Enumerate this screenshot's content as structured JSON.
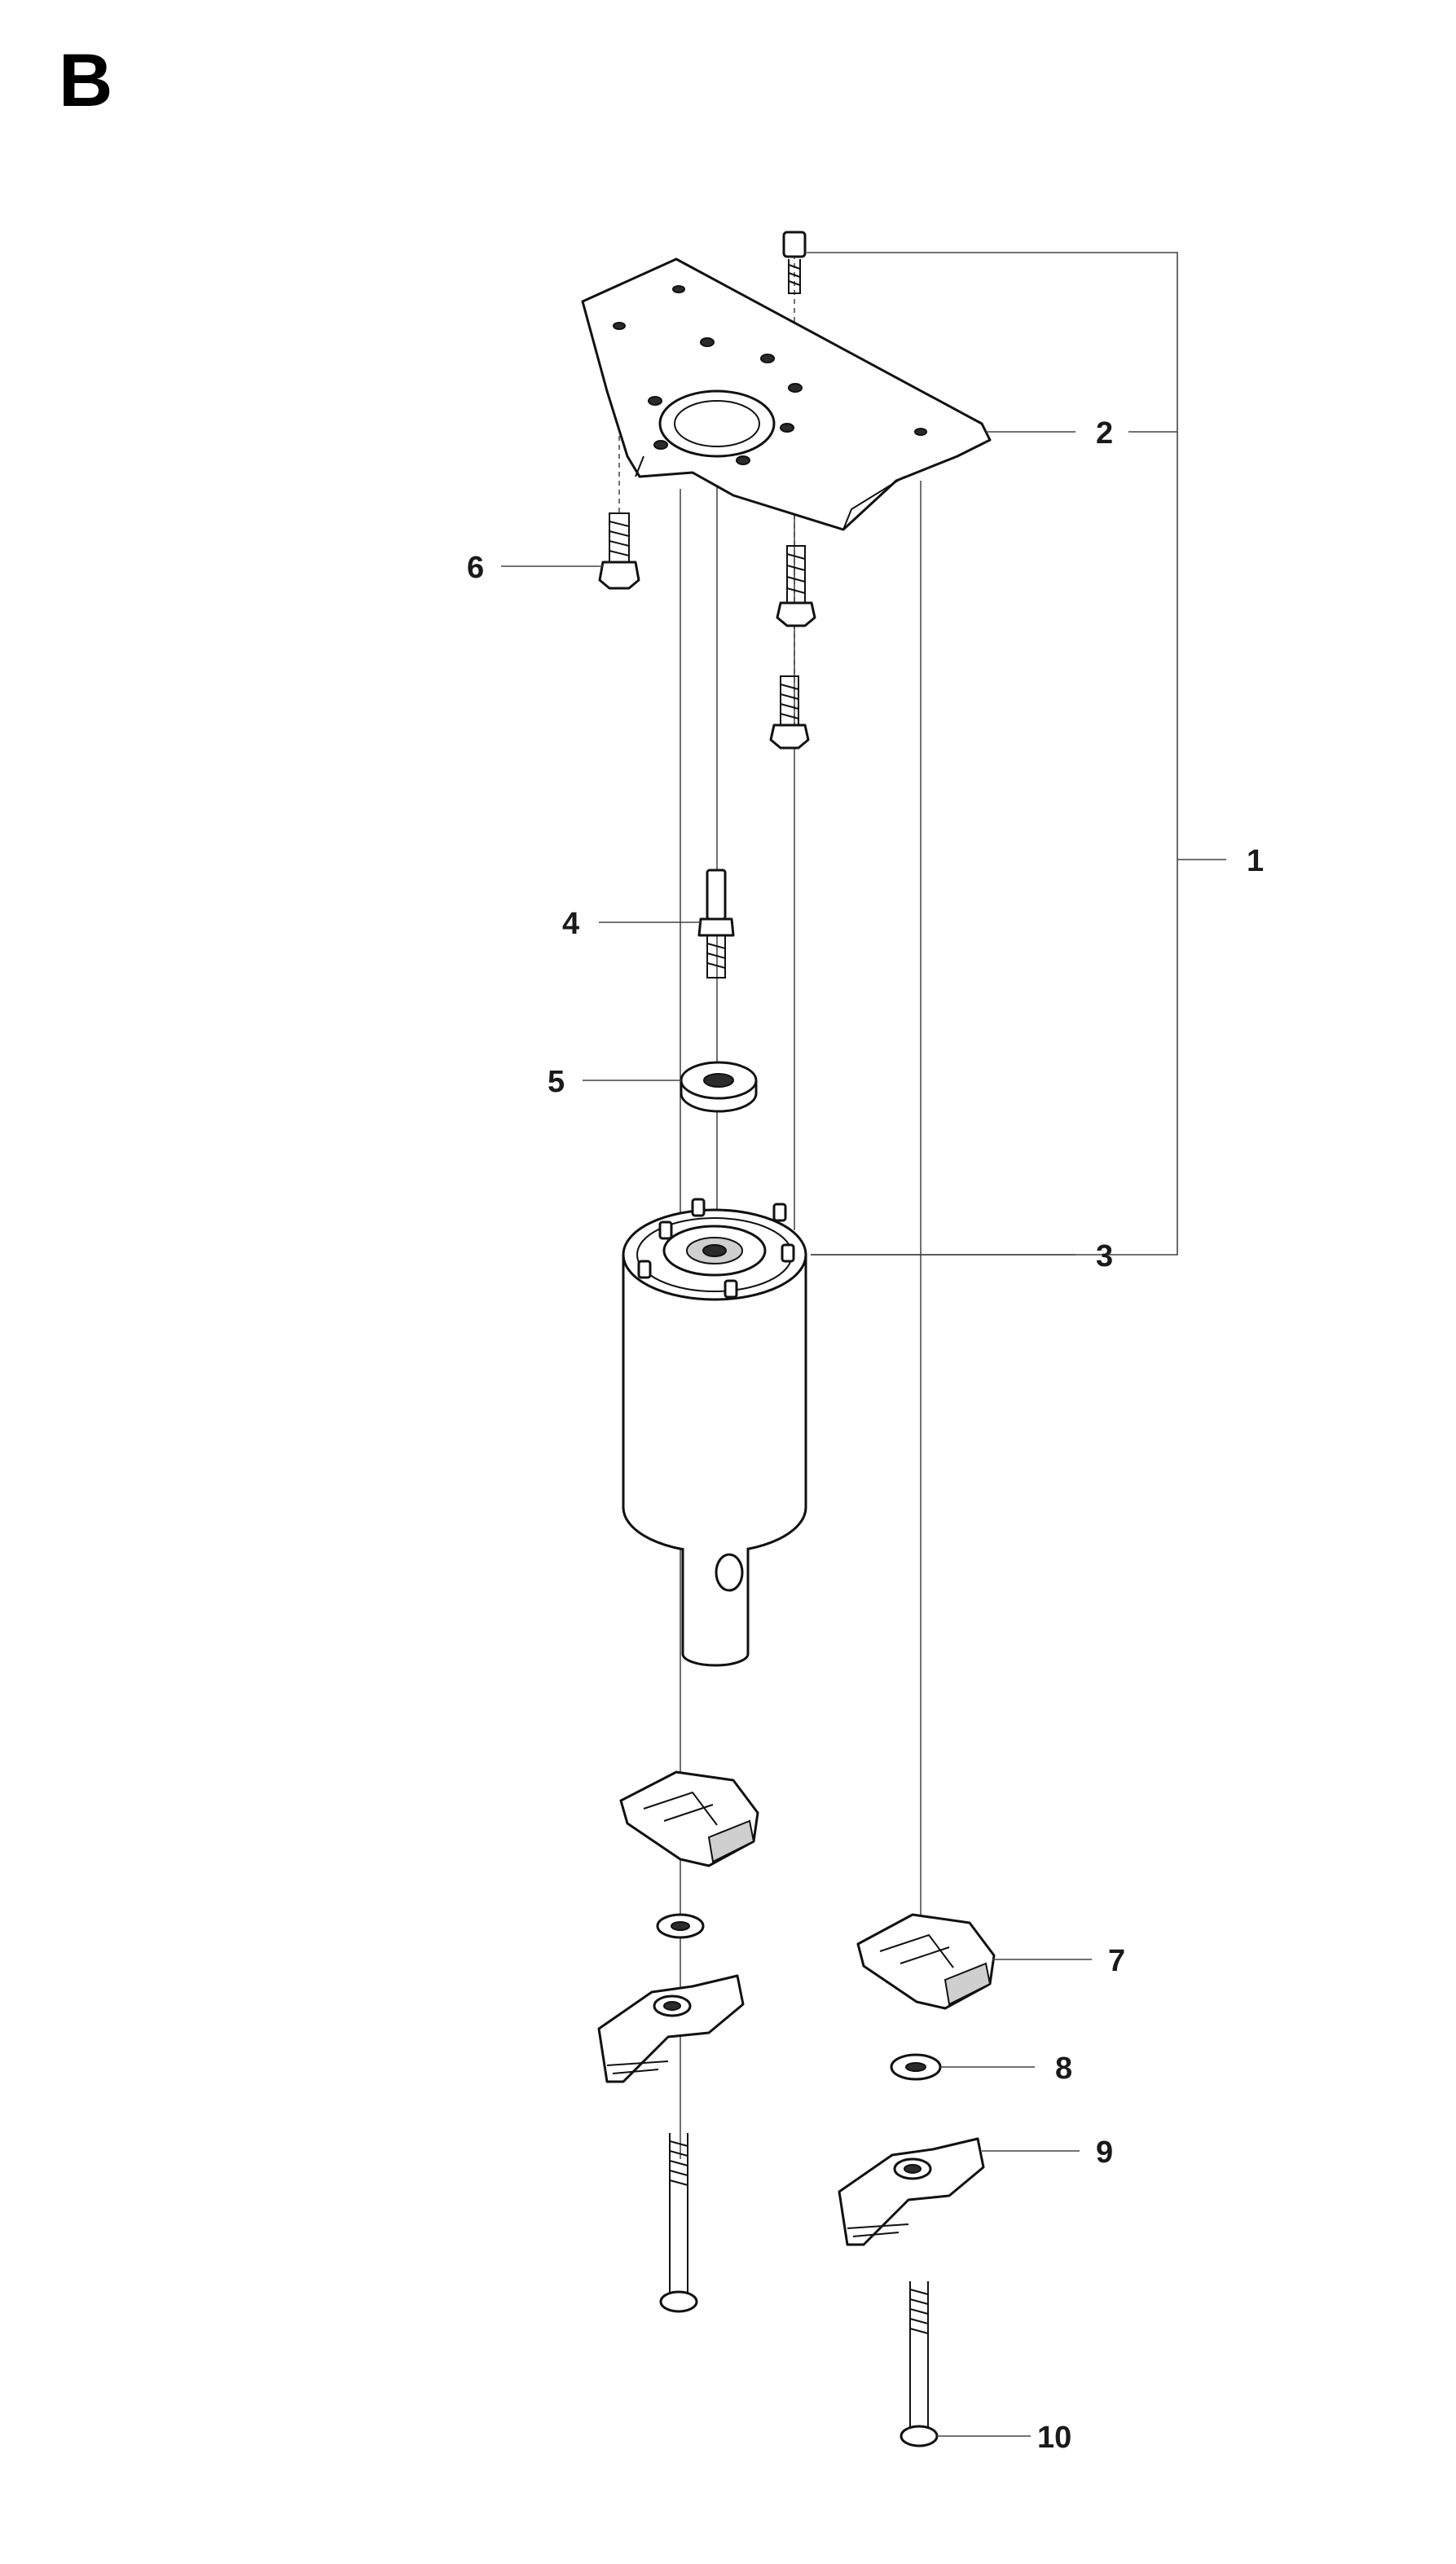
{
  "sheet": {
    "letter": "B"
  },
  "callouts": [
    {
      "number": "1",
      "part": "assembly"
    },
    {
      "number": "2",
      "part": "mounting-plate"
    },
    {
      "number": "3",
      "part": "motor"
    },
    {
      "number": "4",
      "part": "stud"
    },
    {
      "number": "5",
      "part": "spacer"
    },
    {
      "number": "6",
      "part": "screw"
    },
    {
      "number": "7",
      "part": "clamp"
    },
    {
      "number": "8",
      "part": "washer"
    },
    {
      "number": "9",
      "part": "knob"
    },
    {
      "number": "10",
      "part": "bolt"
    }
  ]
}
